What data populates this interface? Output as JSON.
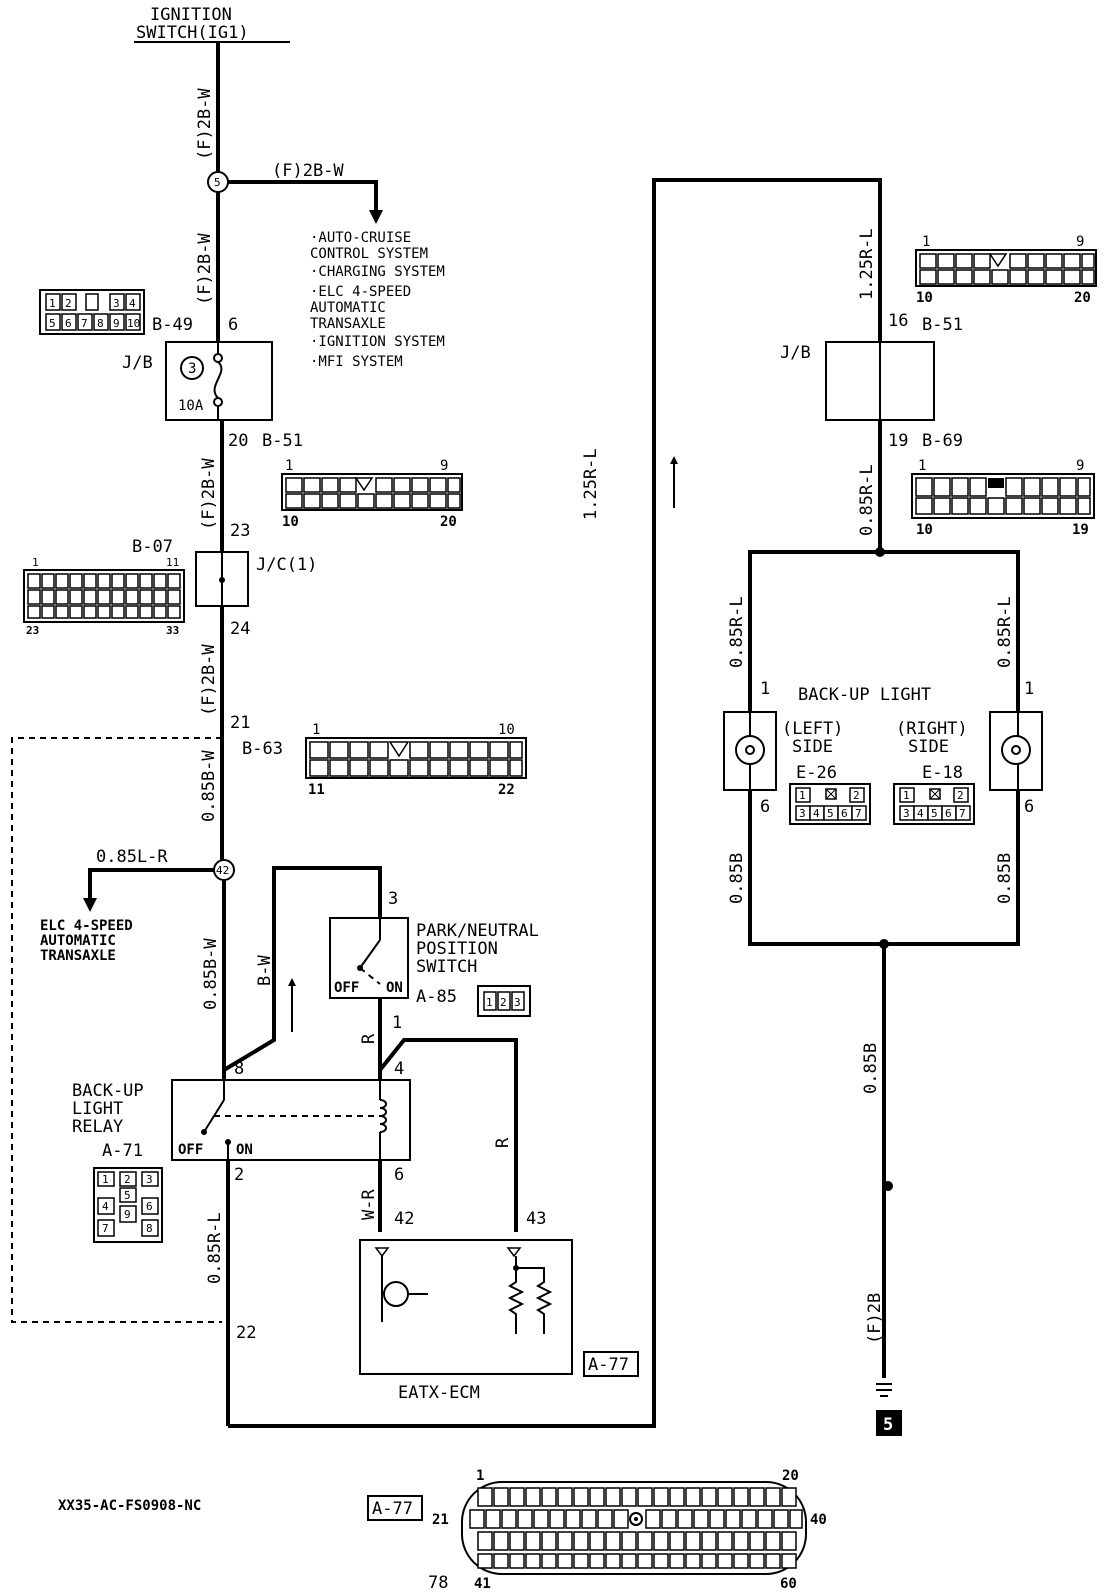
{
  "diagram": {
    "ignition": {
      "line1": "IGNITION",
      "line2": "SWITCH(IG1)"
    },
    "wires": {
      "w_top": "(F)2B-W",
      "w_branch": "(F)2B-W",
      "w_jb_in": "(F)2B-W",
      "w_b51_out": "(F)2B-W",
      "w_jc_out": "(F)2B-W",
      "w_085bw_top": "0.85B-W",
      "w_085lr": "0.85L-R",
      "w_085bw_low": "0.85B-W",
      "w_bw": "B-W",
      "w_r1": "R",
      "w_r2": "R",
      "w_wr": "W-R",
      "w_085rl_relay": "0.85R-L",
      "w_125rl_mid": "1.25R-L",
      "w_125rl_right": "1.25R-L",
      "w_085rl_jb": "0.85R-L",
      "w_085rl_left": "0.85R-L",
      "w_085rl_right": "0.85R-L",
      "w_085b_left": "0.85B",
      "w_085b_right": "0.85B",
      "w_085b_ground": "0.85B",
      "w_f2b": "(F)2B"
    },
    "splices": {
      "s5": "5",
      "s42": "42"
    },
    "systems_list": [
      "·AUTO-CRUISE",
      " CONTROL SYSTEM",
      "·CHARGING SYSTEM",
      "·ELC 4-SPEED",
      " AUTOMATIC",
      " TRANSAXLE",
      "·IGNITION SYSTEM",
      "·MFI SYSTEM"
    ],
    "elc_branch": [
      "ELC 4-SPEED",
      "AUTOMATIC",
      "TRANSAXLE"
    ],
    "jb_left": {
      "label": "J/B",
      "fuse_num": "3",
      "fuse_amp": "10A",
      "pin_in": "6",
      "conn_in": "B-49",
      "pin_out": "20",
      "conn_out": "B-51"
    },
    "jc": {
      "label": "J/C(1)",
      "pin_in": "23",
      "pin_out": "24",
      "conn": "B-07"
    },
    "b63": {
      "pin": "21",
      "conn": "B-63"
    },
    "relay": {
      "name": [
        "BACK-UP",
        "LIGHT",
        "RELAY"
      ],
      "conn": "A-71",
      "off": "OFF",
      "on": "ON",
      "pin8": "8",
      "pin4": "4",
      "pin2": "2",
      "pin6": "6"
    },
    "pn_switch": {
      "name": [
        "PARK/NEUTRAL",
        "POSITION",
        "SWITCH"
      ],
      "conn": "A-85",
      "off": "OFF",
      "on": "ON",
      "pin3": "3",
      "pin1": "1"
    },
    "ecm": {
      "name": "EATX-ECM",
      "conn": "A-77",
      "pin42": "42",
      "pin43": "43",
      "pin22": "22"
    },
    "jb_right": {
      "label": "J/B",
      "pin_in": "16",
      "conn_in": "B-51",
      "pin_out": "19",
      "conn_out": "B-69"
    },
    "backup_light": {
      "title": "BACK-UP LIGHT",
      "left": [
        "(LEFT)",
        "SIDE"
      ],
      "right": [
        "(RIGHT)",
        "SIDE"
      ],
      "conn_left": "E-26",
      "conn_right": "E-18",
      "pin1_l": "1",
      "pin6_l": "6",
      "pin1_r": "1",
      "pin6_r": "6"
    },
    "ground_num": "5",
    "footer_code": "XX35-AC-FS0908-NC",
    "connectors": {
      "b49": {
        "c1": [
          "1",
          "2",
          "",
          "3",
          "4"
        ],
        "c2": [
          "5",
          "6",
          "7",
          "8",
          "9",
          "10"
        ]
      },
      "b51a": {
        "tl": "1",
        "tr": "9",
        "bl": "10",
        "br": "20"
      },
      "b07": {
        "tl": "1",
        "tr": "11",
        "bl": "23",
        "br": "33"
      },
      "b63": {
        "tl": "1",
        "tr": "10",
        "bl": "11",
        "br": "22"
      },
      "a71": {
        "r1": [
          "1",
          "2",
          "3"
        ],
        "r2": [
          "5"
        ],
        "r3": [
          "4",
          "8",
          "6"
        ],
        "r4": [
          "7",
          "9"
        ]
      },
      "a85": [
        "1",
        "2",
        "3"
      ],
      "b51b": {
        "tl": "1",
        "tr": "9",
        "bl": "10",
        "br": "20"
      },
      "b69": {
        "tl": "1",
        "tr": "9",
        "bl": "10",
        "br": "19"
      },
      "e26": {
        "r1": [
          "1",
          "2"
        ],
        "r2": [
          "3",
          "4",
          "5",
          "6",
          "7"
        ]
      },
      "e18": {
        "r1": [
          "1",
          "2"
        ],
        "r2": [
          "3",
          "4",
          "5",
          "6",
          "7"
        ]
      },
      "a77": {
        "tl": "1",
        "tr": "20",
        "ml": "21",
        "mr": "40",
        "bl": "41",
        "br": "60",
        "extra": "78"
      }
    }
  }
}
